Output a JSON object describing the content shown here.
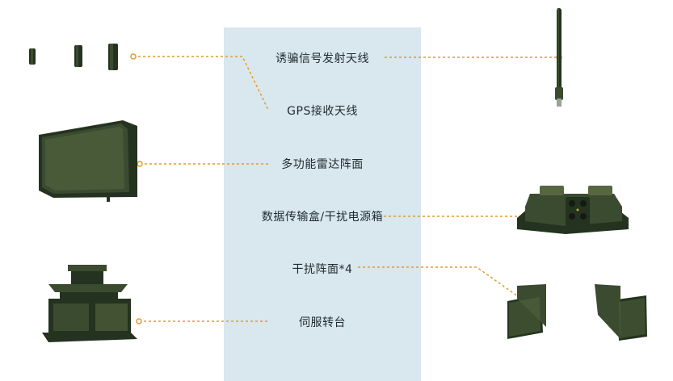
{
  "colors": {
    "panel": "#d9e7ee",
    "connector": "#e29a2e",
    "device_dark": "#24331f",
    "device_mid": "#3b4b30",
    "device_light": "#56673f"
  },
  "components": [
    {
      "id": "decoy-antenna",
      "label": "诱骗信号发射天线",
      "icon": "whip-antenna-icon"
    },
    {
      "id": "gps-antenna",
      "label": "GPS接收天线",
      "icon": "gps-antennas-icon"
    },
    {
      "id": "radar-array",
      "label": "多功能雷达阵面",
      "icon": "radar-panel-icon"
    },
    {
      "id": "data-box",
      "label": "数据传输盒/干扰电源箱",
      "icon": "transmission-box-icon"
    },
    {
      "id": "jammer-array",
      "label": "干扰阵面*4",
      "icon": "jammer-panels-icon"
    },
    {
      "id": "turntable",
      "label": "伺服转台",
      "icon": "servo-turntable-icon"
    }
  ]
}
